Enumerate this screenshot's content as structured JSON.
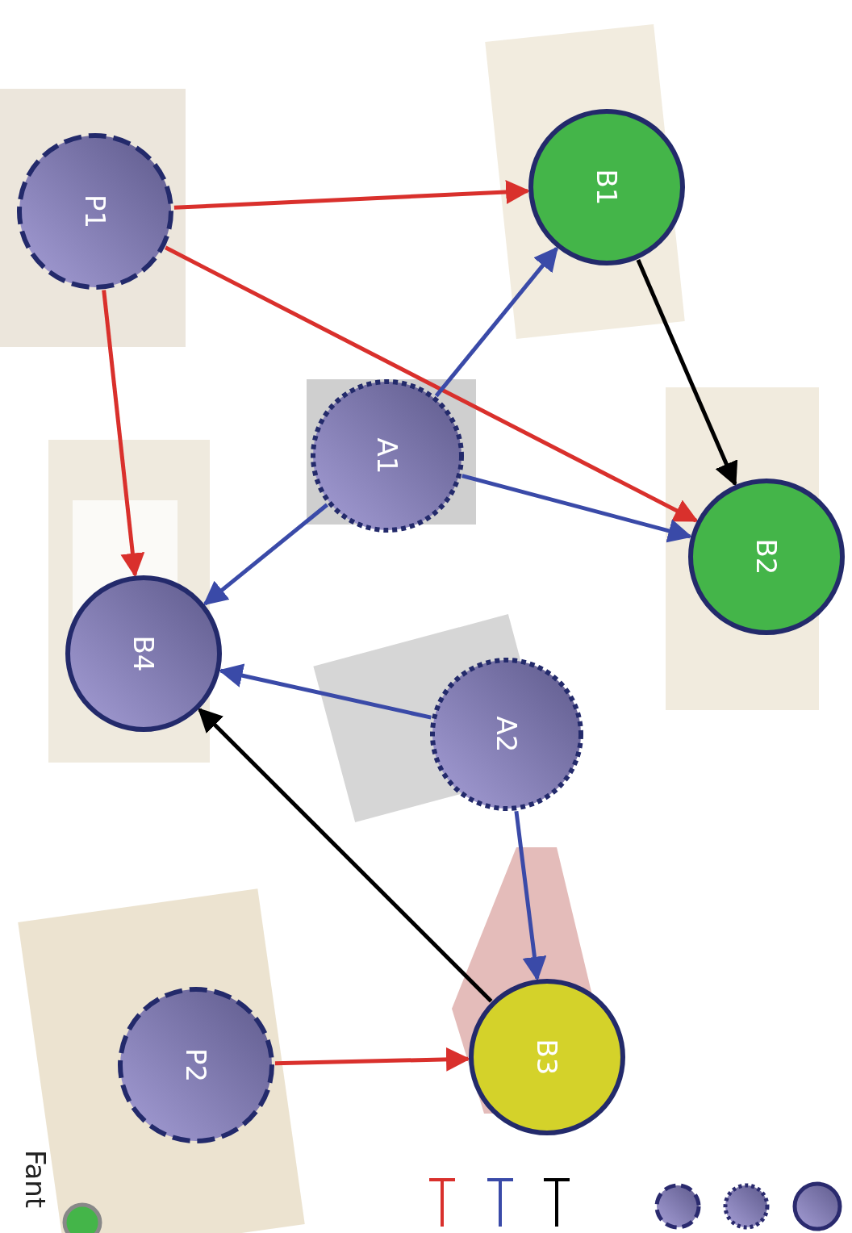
{
  "diagram": {
    "nodes": [
      {
        "text": [
          "P1"
        ]
      },
      {
        "text": [
          "B1"
        ]
      },
      {
        "text": [
          "A1"
        ]
      },
      {
        "text": [
          "B2"
        ]
      },
      {
        "text": [
          "B4"
        ]
      },
      {
        "text": [
          "A2"
        ]
      },
      {
        "text": [
          "B3"
        ]
      },
      {
        "text": [
          "P2"
        ]
      }
    ],
    "edges": [
      {
        "from": 0,
        "to": 1,
        "arrow": "to"
      },
      {
        "from": 0,
        "to": 3,
        "arrow": "to"
      },
      {
        "from": 0,
        "to": 4,
        "arrow": "to"
      },
      {
        "from": 2,
        "to": 1,
        "arrow": "to"
      },
      {
        "from": 2,
        "to": 3,
        "arrow": "to"
      },
      {
        "from": 2,
        "to": 4,
        "arrow": "to"
      },
      {
        "from": 1,
        "to": 3,
        "arrow": "to"
      },
      {
        "from": 5,
        "to": 4,
        "arrow": "to"
      },
      {
        "from": 5,
        "to": 6,
        "arrow": "to"
      },
      {
        "from": 6,
        "to": 4,
        "arrow": "to"
      },
      {
        "from": 7,
        "to": 6,
        "arrow": "to"
      }
    ],
    "labels": [
      "Fant"
    ]
  }
}
